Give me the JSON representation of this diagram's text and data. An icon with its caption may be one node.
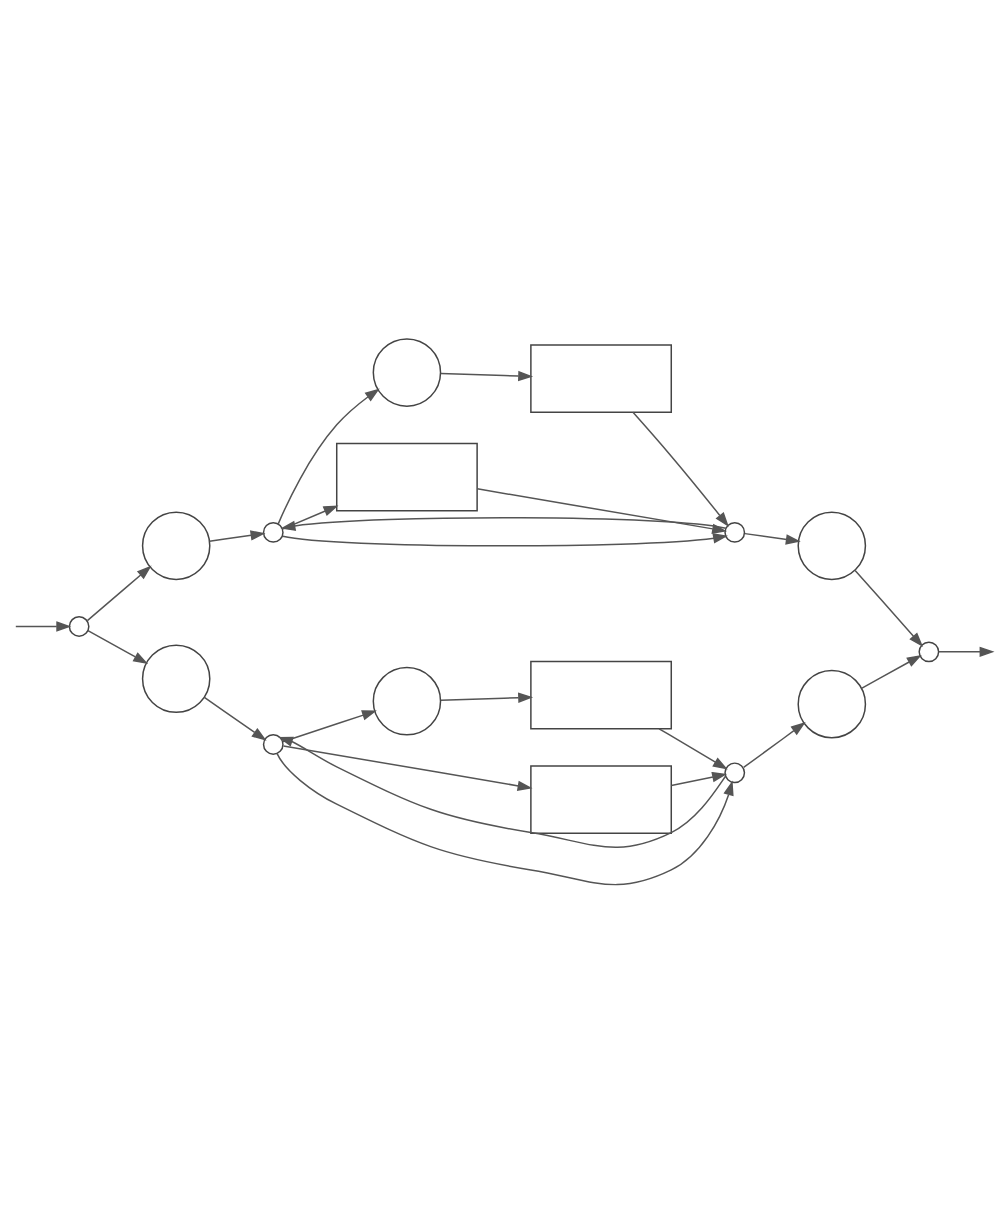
{
  "diagram": {
    "nodes": [
      {
        "text": [],
        "shape": "circle"
      },
      {
        "text": [],
        "shape": "circle"
      },
      {
        "text": [],
        "shape": "circle"
      },
      {
        "text": [],
        "shape": "circle"
      },
      {
        "text": [],
        "shape": "circle"
      },
      {
        "text": [],
        "shape": "box"
      },
      {
        "text": [],
        "shape": "box"
      },
      {
        "text": [],
        "shape": "circle"
      },
      {
        "text": [],
        "shape": "circle"
      },
      {
        "text": [],
        "shape": "circle"
      },
      {
        "text": [],
        "shape": "circle"
      },
      {
        "text": [],
        "shape": "box"
      },
      {
        "text": [],
        "shape": "box"
      },
      {
        "text": [],
        "shape": "circle"
      },
      {
        "text": [],
        "shape": "circle"
      },
      {
        "text": [],
        "shape": "circle"
      }
    ],
    "edges": [
      {
        "from": null,
        "to": 0,
        "arrow": "to"
      },
      {
        "from": 0,
        "to": 1,
        "arrow": "to"
      },
      {
        "from": 0,
        "to": 2,
        "arrow": "to"
      },
      {
        "from": 1,
        "to": 3,
        "arrow": "to"
      },
      {
        "from": 3,
        "to": 4,
        "arrow": "to"
      },
      {
        "from": 3,
        "to": 6,
        "arrow": "to"
      },
      {
        "from": 4,
        "to": 5,
        "arrow": "to"
      },
      {
        "from": 5,
        "to": 7,
        "arrow": "to"
      },
      {
        "from": 6,
        "to": 7,
        "arrow": "to"
      },
      {
        "from": 3,
        "to": 7,
        "arrow": "to"
      },
      {
        "from": 7,
        "to": 3,
        "arrow": "to"
      },
      {
        "from": 7,
        "to": 8,
        "arrow": "to"
      },
      {
        "from": 8,
        "to": 15,
        "arrow": "to"
      },
      {
        "from": 2,
        "to": 9,
        "arrow": "to"
      },
      {
        "from": 9,
        "to": 10,
        "arrow": "to"
      },
      {
        "from": 9,
        "to": 12,
        "arrow": "to"
      },
      {
        "from": 10,
        "to": 11,
        "arrow": "to"
      },
      {
        "from": 11,
        "to": 13,
        "arrow": "to"
      },
      {
        "from": 12,
        "to": 13,
        "arrow": "to"
      },
      {
        "from": 9,
        "to": 13,
        "arrow": "to"
      },
      {
        "from": 13,
        "to": 9,
        "arrow": "to"
      },
      {
        "from": 13,
        "to": 14,
        "arrow": "to"
      },
      {
        "from": 14,
        "to": 15,
        "arrow": "to"
      },
      {
        "from": 15,
        "to": null,
        "arrow": "to"
      }
    ]
  }
}
